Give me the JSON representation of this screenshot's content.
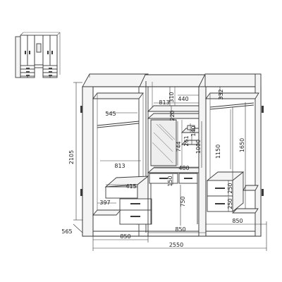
{
  "diagram": {
    "dimensions": {
      "height_total": "2105",
      "depth": "565",
      "width_total": "2550",
      "module_left_width": "850",
      "module_mid_width": "850",
      "module_right_width": "850",
      "left_top_shelf_depth": "545",
      "left_rail_width": "813",
      "left_drawer_width": "415",
      "left_bottom_shelf_depth": "397",
      "mid_top_width": "813",
      "mid_top_shelf": "440",
      "mid_top_height": "310",
      "mid_upper_gap": "220",
      "mid_mirror_height": "744",
      "mid_shelf_height": "140",
      "mid_shelf_gap": "261",
      "mid_column_height": "1000",
      "mid_desk_width": "480",
      "mid_drawer_height": "150",
      "mid_desk_height": "750",
      "right_top_compartment": "332",
      "right_hang_height": "1150",
      "right_full_height": "1650",
      "right_drawer_1": "250",
      "right_drawer_2": "250"
    }
  }
}
